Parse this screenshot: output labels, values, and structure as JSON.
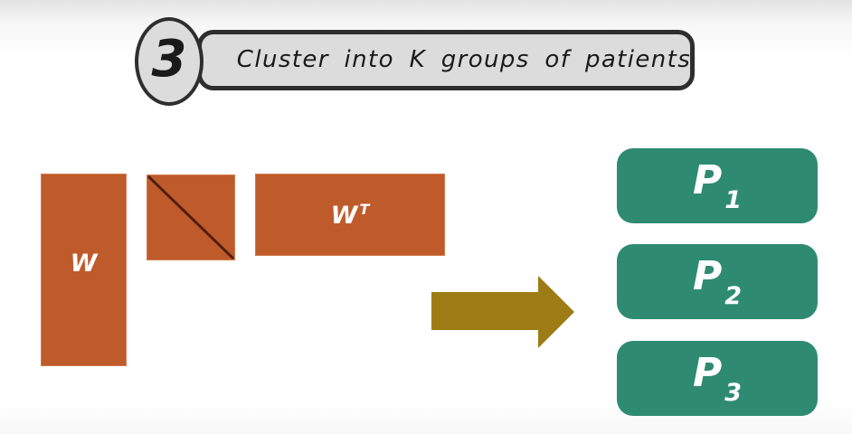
{
  "title": {
    "step_number": "3",
    "text": "Cluster into K groups of patients"
  },
  "matrices": {
    "w": {
      "label": "W"
    },
    "wt": {
      "base": "W",
      "superscript": "T"
    }
  },
  "icons": {
    "arrow": "right-arrow",
    "diagonal": "diagonal-line"
  },
  "patient_groups": [
    {
      "base": "P",
      "subscript": "1"
    },
    {
      "base": "P",
      "subscript": "2"
    },
    {
      "base": "P",
      "subscript": "3"
    }
  ],
  "colors": {
    "matrix_fill": "#BF5A2B",
    "matrix_edge": "#D07B4C",
    "diagonal_line": "#4F1E0E",
    "group_fill": "#2E8B72",
    "arrow_fill": "#9D7C15",
    "callout_fill": "#DCDCDC",
    "callout_border": "#2E2E2E",
    "label_light": "#FFFFFF",
    "title_text": "#1A1A1A"
  }
}
